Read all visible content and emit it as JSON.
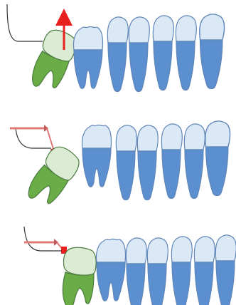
{
  "colors": {
    "background": "#ffffff",
    "crown": "#dbe8f6",
    "crown_stroke": "#5f86b8",
    "root": "#5b8fcf",
    "root_dark": "#4b7fc0",
    "molar_crown": "#dcebd4",
    "molar_crown_stroke": "#4a7a3f",
    "molar_root": "#6aac46",
    "arrow": "#e8201f",
    "retractor": "#e07878",
    "ridge_line": "#333333"
  },
  "panels": [
    {
      "name": "panel-upright",
      "icon": "red-arrow-up-icon"
    },
    {
      "name": "panel-tilted",
      "icon": "retractor-bar-icon"
    },
    {
      "name": "panel-aligned",
      "icon": "retractor-bar-icon"
    }
  ]
}
